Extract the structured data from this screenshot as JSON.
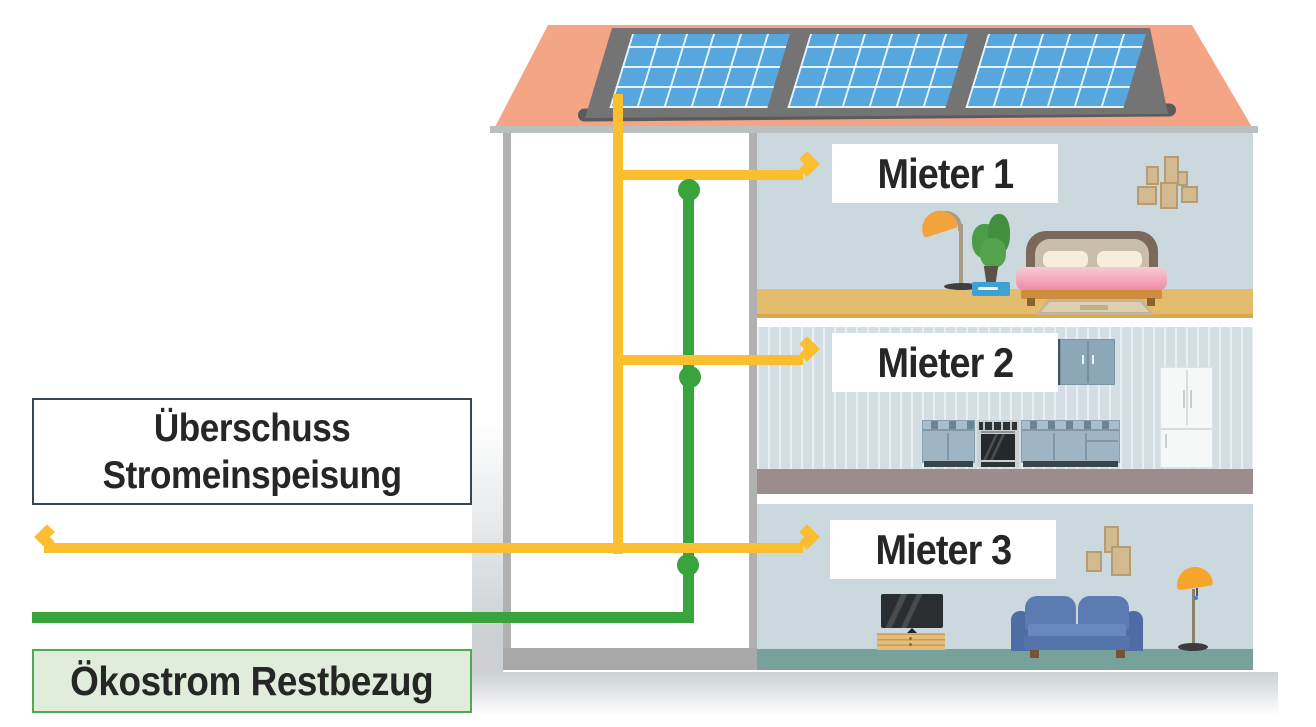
{
  "diagram": {
    "tenants": [
      {
        "label": "Mieter 1"
      },
      {
        "label": "Mieter 2"
      },
      {
        "label": "Mieter 3"
      }
    ],
    "surplus_box": {
      "line1": "Überschuss",
      "line2": "Stromeinspeisung"
    },
    "residual_box": {
      "label": "Ökostrom Restbezug"
    },
    "colors": {
      "solar_flow_yellow": "#FBBE2E",
      "eco_flow_green": "#3AA43C",
      "roof_salmon": "#F4A585",
      "residual_box_fill": "#DFEDDA",
      "residual_box_border": "#53A953"
    }
  }
}
